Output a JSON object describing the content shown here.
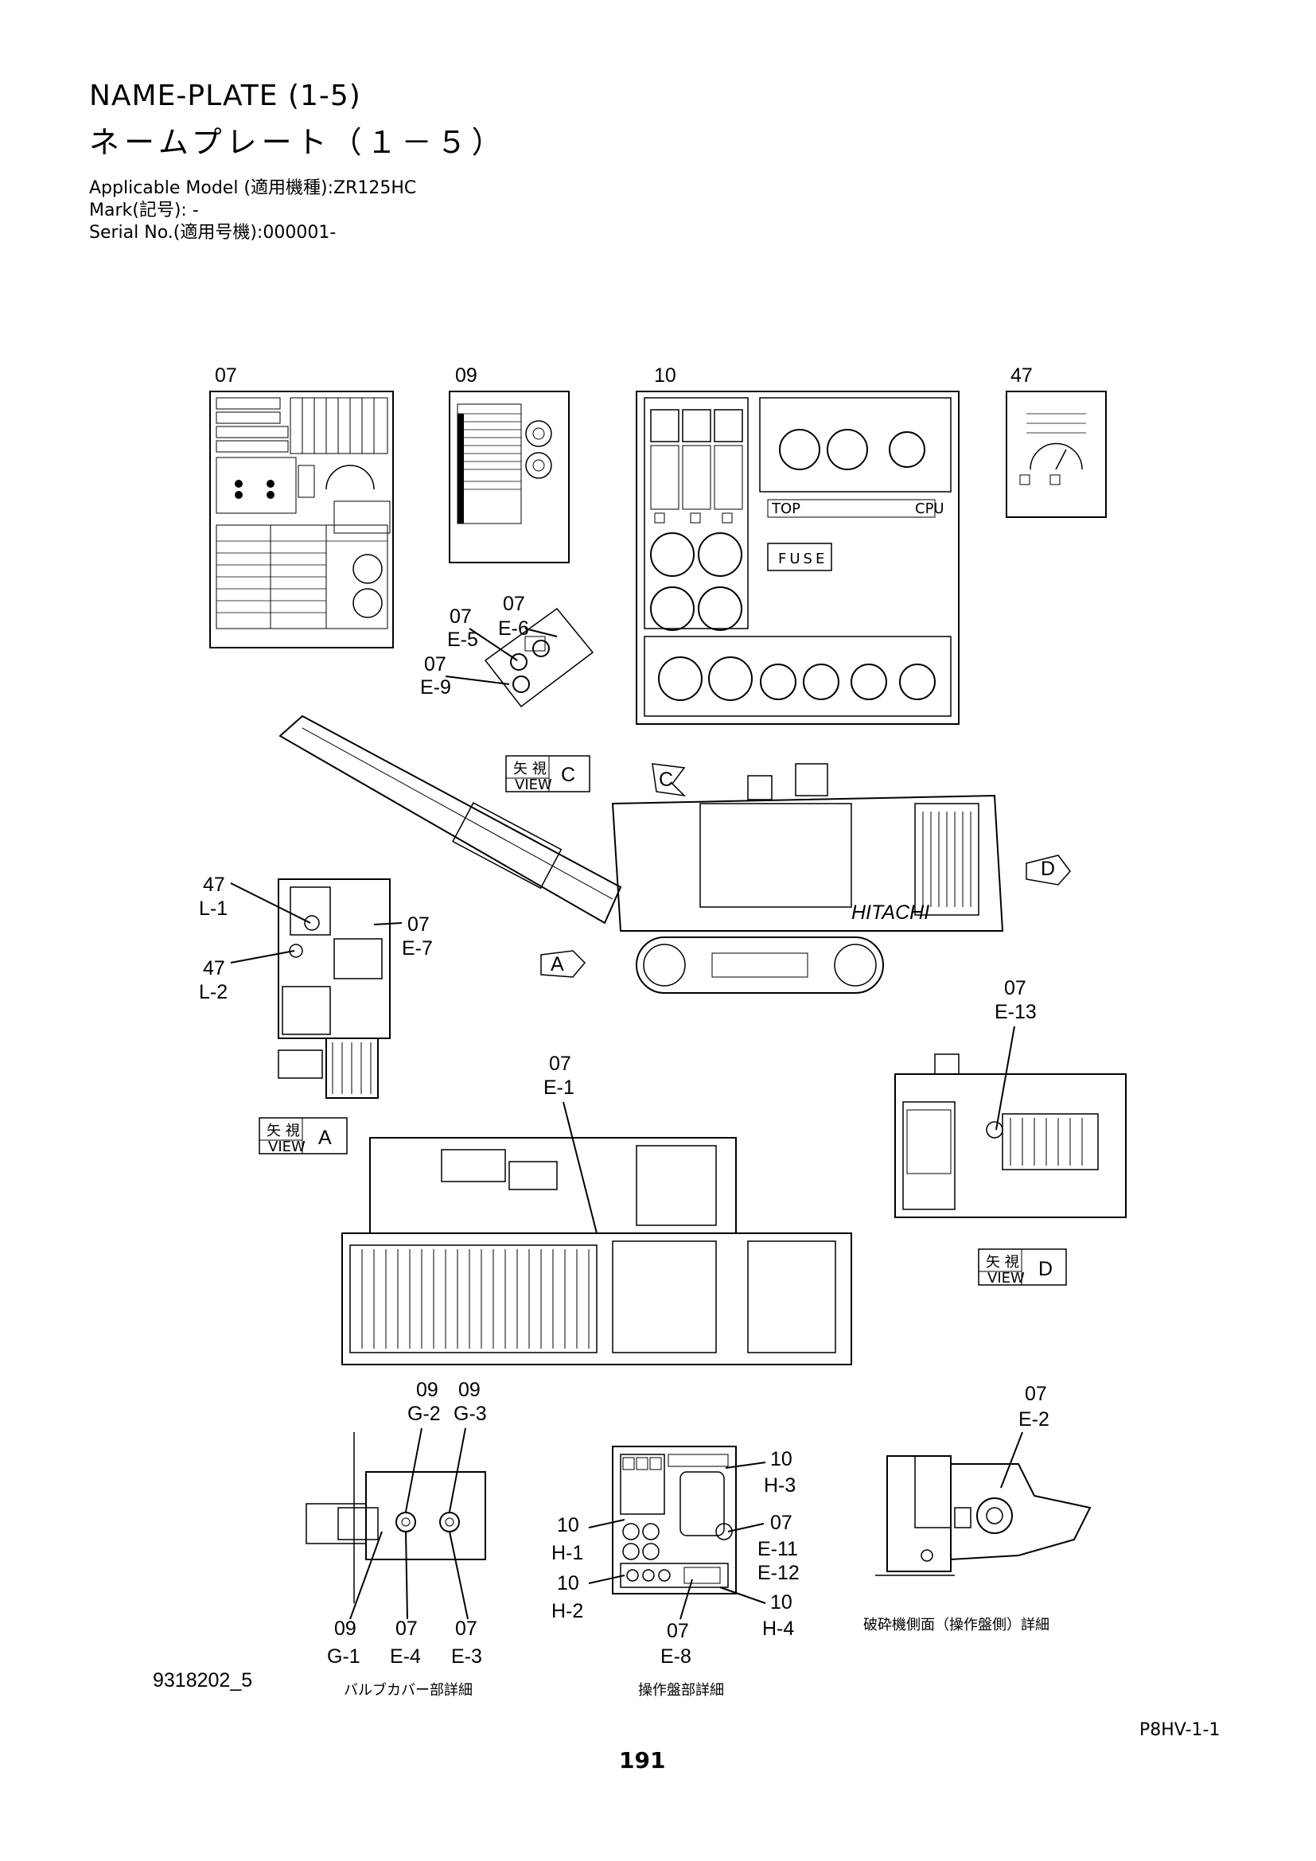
{
  "header": {
    "title_en": "NAME-PLATE (1-5)",
    "title_jp": "ネームプレート（１－５）",
    "applicable_model": "Applicable Model (適用機種):ZR125HC",
    "mark": "Mark(記号): -",
    "serial": "Serial No.(適用号機):000001-"
  },
  "plates": {
    "p07": "07",
    "p09": "09",
    "p10": "10",
    "p47": "47"
  },
  "panel10": {
    "fuse": "FUSE",
    "top": "TOP",
    "cpu": "CPU"
  },
  "views": {
    "yashi": "矢 視",
    "view": "VIEW",
    "a": "A",
    "c": "C",
    "d": "D"
  },
  "callouts": {
    "c07": "07",
    "c09": "09",
    "c10": "10",
    "c47": "47",
    "e1": "E-1",
    "e2": "E-2",
    "e3": "E-3",
    "e4": "E-4",
    "e5": "E-5",
    "e6": "E-6",
    "e7": "E-7",
    "e8": "E-8",
    "e9": "E-9",
    "e11": "E-11",
    "e12": "E-12",
    "e13": "E-13",
    "g1": "G-1",
    "g2": "G-2",
    "g3": "G-3",
    "h1": "H-1",
    "h2": "H-2",
    "h3": "H-3",
    "h4": "H-4",
    "l1": "L-1",
    "l2": "L-2"
  },
  "machine_brand": "HITACHI",
  "captions": {
    "valve_cover": "バルブカバー部詳細",
    "panel_detail": "操作盤部詳細",
    "crusher_side": "破砕機側面（操作盤側）詳細"
  },
  "footer": {
    "doc_id": "9318202_5",
    "page_code": "P8HV-1-1",
    "page_number": "191"
  }
}
